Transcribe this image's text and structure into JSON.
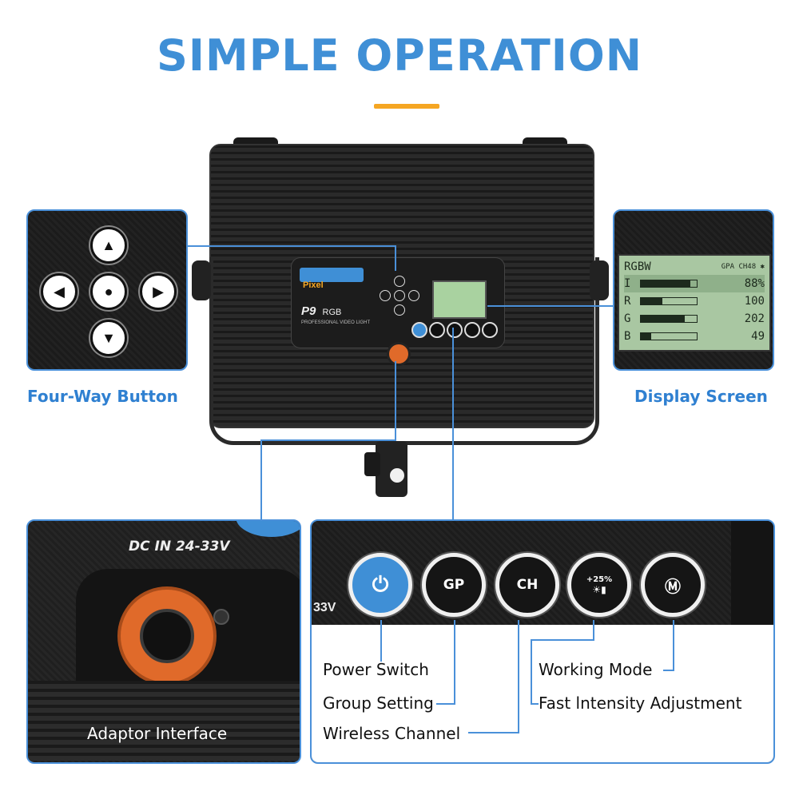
{
  "title": "SIMPLE OPERATION",
  "captions": {
    "four_way": "Four-Way Button",
    "display": "Display Screen",
    "adaptor": "Adaptor Interface"
  },
  "device": {
    "brand_logo": "Pixel",
    "model": "P9",
    "model_suffix": "RGB",
    "subtitle": "PROFESSIONAL VIDEO LIGHT",
    "dc_label": "DC IN 24-33V"
  },
  "lcd": {
    "mode": "RGBW",
    "group": "GPA",
    "channel": "CH48",
    "bluetooth_icon": "bluetooth-icon",
    "rows": [
      {
        "label": "I",
        "value": "88%",
        "fill": 0.88
      },
      {
        "label": "R",
        "value": "100",
        "fill": 0.39
      },
      {
        "label": "G",
        "value": "202",
        "fill": 0.79
      },
      {
        "label": "B",
        "value": "49",
        "fill": 0.19
      }
    ]
  },
  "buttons": {
    "power_icon": "power-icon",
    "gp": "GP",
    "ch": "CH",
    "intensity_step": "+25%",
    "mode_icon": "mode-icon"
  },
  "voltage_fragment": "33V",
  "labels": {
    "power_switch": "Power Switch",
    "group_setting": "Group Setting",
    "wireless_channel": "Wireless Channel",
    "working_mode": "Working Mode",
    "fast_intensity": "Fast lntensity Adjustment"
  },
  "accent_colors": {
    "blue": "#4a90d9",
    "title_blue": "#3f8fd6",
    "orange": "#f5a623",
    "adaptor_orange": "#e06a2a"
  }
}
